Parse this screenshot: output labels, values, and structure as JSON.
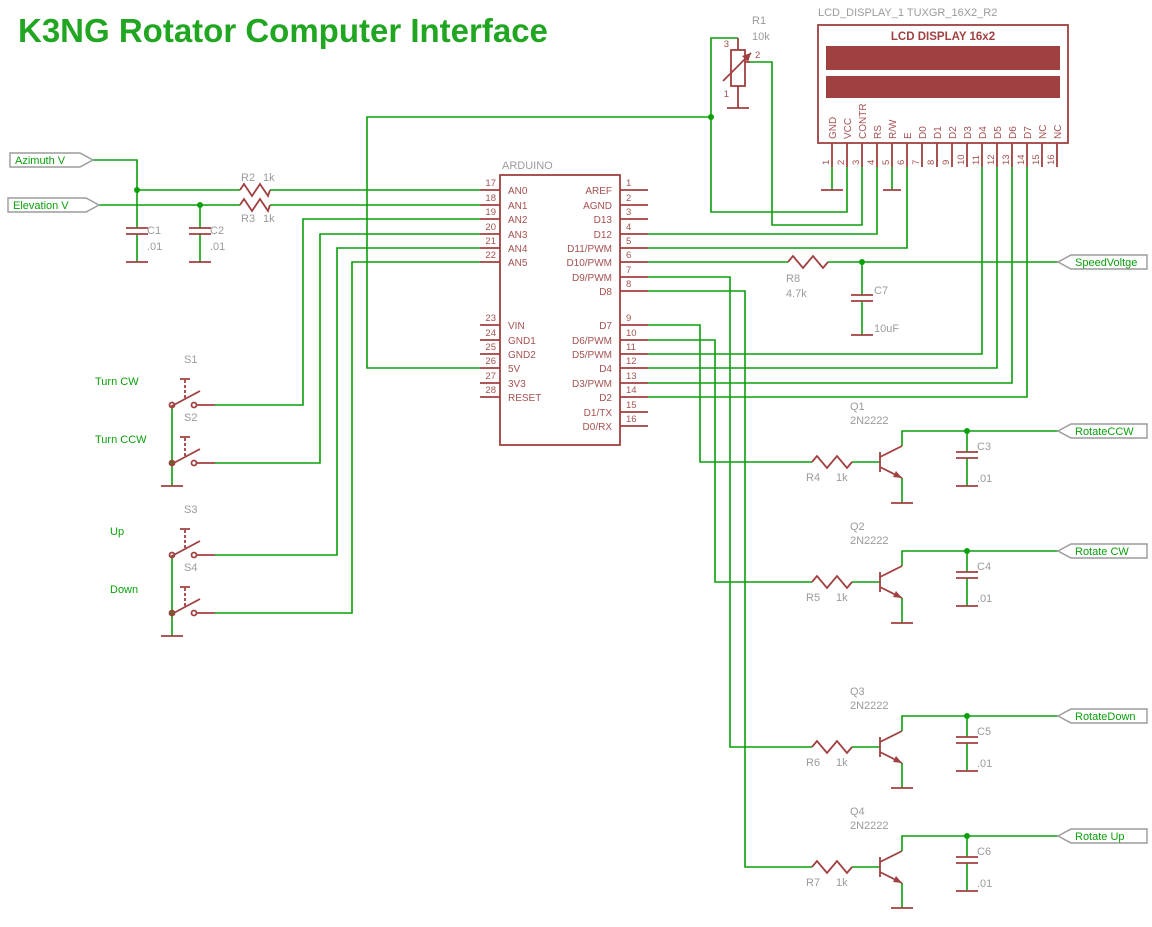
{
  "title": "K3NG Rotator Computer Interface",
  "colors": {
    "wire_green": "#0AA00A",
    "component_brick": "#A04040",
    "label_gray": "#9B9B9B",
    "title_green": "#21A621"
  },
  "lcd": {
    "ref": "LCD_DISPLAY_1 TUXGR_16X2_R2",
    "display_title": "LCD DISPLAY 16x2",
    "pins": [
      {
        "num": "1",
        "name": "GND"
      },
      {
        "num": "2",
        "name": "VCC"
      },
      {
        "num": "3",
        "name": "CONTR"
      },
      {
        "num": "4",
        "name": "RS"
      },
      {
        "num": "5",
        "name": "R/W"
      },
      {
        "num": "6",
        "name": "E"
      },
      {
        "num": "7",
        "name": "D0"
      },
      {
        "num": "8",
        "name": "D1"
      },
      {
        "num": "9",
        "name": "D2"
      },
      {
        "num": "10",
        "name": "D3"
      },
      {
        "num": "11",
        "name": "D4"
      },
      {
        "num": "12",
        "name": "D5"
      },
      {
        "num": "13",
        "name": "D6"
      },
      {
        "num": "14",
        "name": "D7"
      },
      {
        "num": "15",
        "name": "NC"
      },
      {
        "num": "16",
        "name": "NC"
      }
    ]
  },
  "arduino": {
    "ref": "ARDUINO",
    "left_pins": [
      {
        "num": "17",
        "name": "AN0"
      },
      {
        "num": "18",
        "name": "AN1"
      },
      {
        "num": "19",
        "name": "AN2"
      },
      {
        "num": "20",
        "name": "AN3"
      },
      {
        "num": "21",
        "name": "AN4"
      },
      {
        "num": "22",
        "name": "AN5"
      },
      {
        "num": "23",
        "name": "VIN"
      },
      {
        "num": "24",
        "name": "GND1"
      },
      {
        "num": "25",
        "name": "GND2"
      },
      {
        "num": "26",
        "name": "5V"
      },
      {
        "num": "27",
        "name": "3V3"
      },
      {
        "num": "28",
        "name": "RESET"
      }
    ],
    "right_pins": [
      {
        "num": "1",
        "name": "AREF"
      },
      {
        "num": "2",
        "name": "AGND"
      },
      {
        "num": "3",
        "name": "D13"
      },
      {
        "num": "4",
        "name": "D12"
      },
      {
        "num": "5",
        "name": "D11/PWM"
      },
      {
        "num": "6",
        "name": "D10/PWM"
      },
      {
        "num": "7",
        "name": "D9/PWM"
      },
      {
        "num": "8",
        "name": "D8"
      },
      {
        "num": "9",
        "name": "D7"
      },
      {
        "num": "10",
        "name": "D6/PWM"
      },
      {
        "num": "11",
        "name": "D5/PWM"
      },
      {
        "num": "12",
        "name": "D4"
      },
      {
        "num": "13",
        "name": "D3/PWM"
      },
      {
        "num": "14",
        "name": "D2"
      },
      {
        "num": "15",
        "name": "D1/TX"
      },
      {
        "num": "16",
        "name": "D0/RX"
      }
    ]
  },
  "pot": {
    "ref": "R1",
    "value": "10k",
    "pin_top": "3",
    "pin_mid": "2",
    "pin_bottom": "1"
  },
  "r2": {
    "ref": "R2",
    "value": "1k"
  },
  "r3": {
    "ref": "R3",
    "value": "1k"
  },
  "c1": {
    "ref": "C1",
    "value": ".01"
  },
  "c2": {
    "ref": "C2",
    "value": ".01"
  },
  "r8": {
    "ref": "R8",
    "value": "4.7k"
  },
  "c7": {
    "ref": "C7",
    "value": "10uF"
  },
  "inputs": {
    "azimuth": "Azimuth V",
    "elevation": "Elevation V"
  },
  "speed_flag": "SpeedVoltge",
  "switches": [
    {
      "ref": "S1",
      "label": "Turn CW"
    },
    {
      "ref": "S2",
      "label": "Turn CCW"
    },
    {
      "ref": "S3",
      "label": "Up"
    },
    {
      "ref": "S4",
      "label": "Down"
    }
  ],
  "drivers": [
    {
      "q": "Q1",
      "type": "2N2222",
      "r": "R4",
      "rv": "1k",
      "c": "C3",
      "cv": ".01",
      "flag": "RotateCCW"
    },
    {
      "q": "Q2",
      "type": "2N2222",
      "r": "R5",
      "rv": "1k",
      "c": "C4",
      "cv": ".01",
      "flag": "Rotate CW"
    },
    {
      "q": "Q3",
      "type": "2N2222",
      "r": "R6",
      "rv": "1k",
      "c": "C5",
      "cv": ".01",
      "flag": "RotateDown"
    },
    {
      "q": "Q4",
      "type": "2N2222",
      "r": "R7",
      "rv": "1k",
      "c": "C6",
      "cv": ".01",
      "flag": "Rotate Up"
    }
  ]
}
